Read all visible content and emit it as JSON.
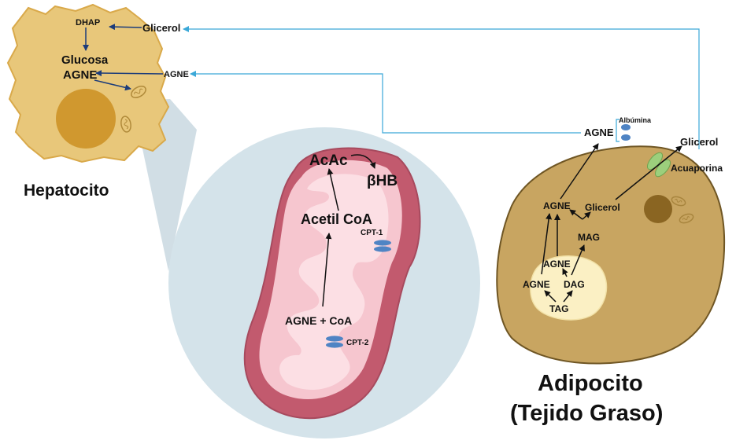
{
  "hepatocyte": {
    "dhap": "DHAP",
    "glucosa": "Glucosa",
    "agne": "AGNE",
    "title": "Hepatocito"
  },
  "transport": {
    "glicerol": "Glicerol",
    "agne": "AGNE"
  },
  "mitochondrion": {
    "acac": "AcAc",
    "bhb": "βHB",
    "acetil_coa": "Acetil CoA",
    "cpt1": "CPT-1",
    "agne_coa": "AGNE + CoA",
    "cpt2": "CPT-2"
  },
  "adipocyte": {
    "agne_top": "AGNE",
    "albumina": "Albúmina",
    "glicerol_out": "Glicerol",
    "acuaporina": "Acuaporina",
    "agne_mid": "AGNE",
    "glicerol_in": "Glicerol",
    "mag": "MAG",
    "agne_droplet": "AGNE",
    "agne_left": "AGNE",
    "dag": "DAG",
    "tag": "TAG",
    "title_line1": "Adipocito",
    "title_line2": "(Tejido Graso)"
  },
  "colors": {
    "hepatocyte_fill": "#e8c77a",
    "hepatocyte_border": "#d9a94a",
    "nucleus": "#d0982f",
    "zoom_circle": "#d4e3ea",
    "mito_outer": "#c25a6e",
    "mito_inner": "#f6c6cf",
    "adipocyte_fill": "#c8a561",
    "adipocyte_border": "#6f5624",
    "lipid_droplet": "#fbf0c4",
    "arrow_blue": "#3aa8d8",
    "arrow_navy": "#1c3c7a",
    "protein_blue": "#4f84c4",
    "aquaporin_green": "#9ccf7c"
  }
}
